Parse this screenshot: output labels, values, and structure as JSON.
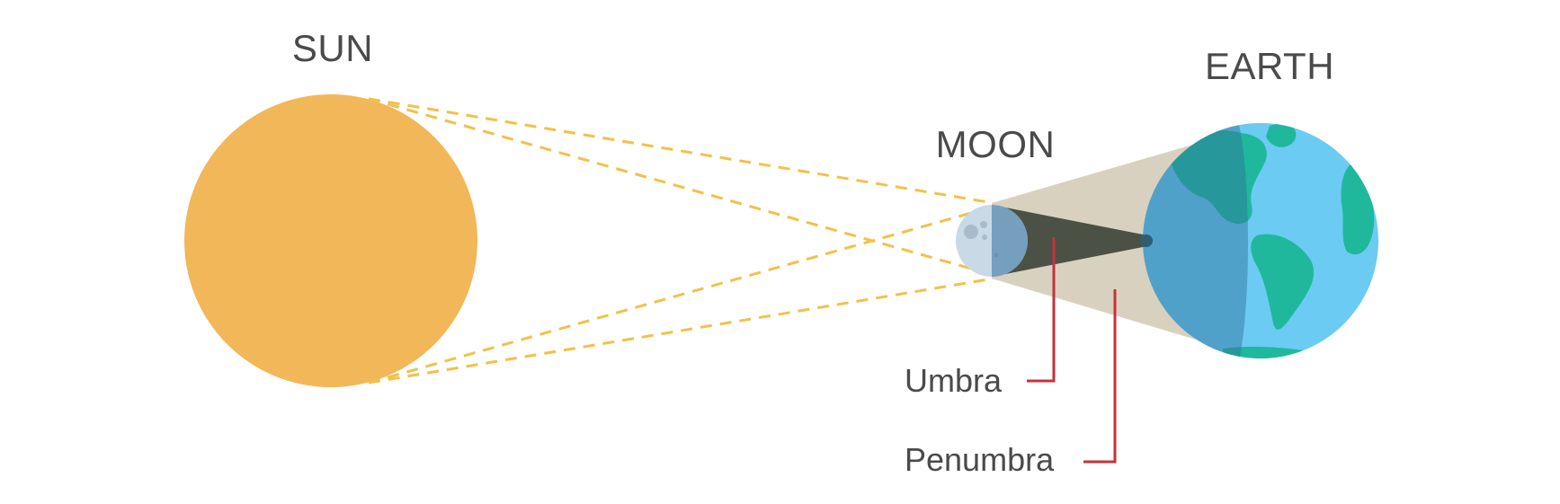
{
  "labels": {
    "sun": "SUN",
    "moon": "MOON",
    "earth": "EARTH",
    "umbra": "Umbra",
    "penumbra": "Penumbra"
  },
  "colors": {
    "sun": "#F2B759",
    "sun_rays": "#F3C04A",
    "moon": "#C9D9E6",
    "moon_craters": "#A9BBCB",
    "umbra": "#4B5245",
    "penumbra": "#D9D1BF",
    "ocean": "#6CCBF2",
    "land": "#1FB89D",
    "earth_shadow": "#4AA6C9",
    "pointer_lines": "#C8303A",
    "text": "#4A4A4A"
  }
}
